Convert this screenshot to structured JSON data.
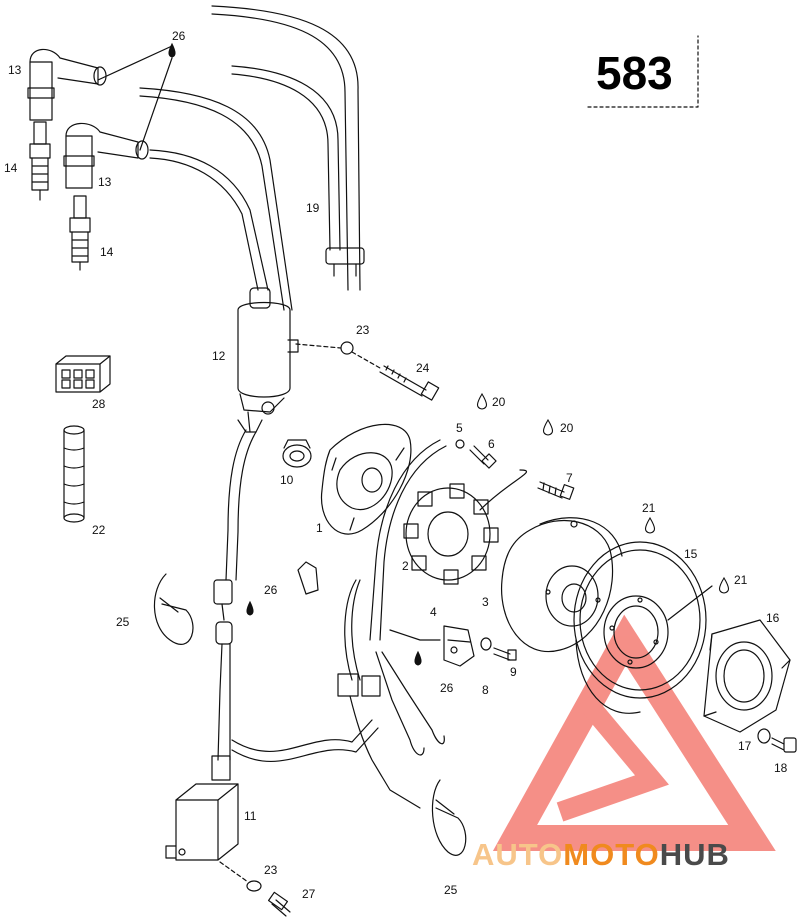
{
  "page_number": "583",
  "callouts": {
    "c1": "1",
    "c2": "2",
    "c3": "3",
    "c4": "4",
    "c5": "5",
    "c6": "6",
    "c7": "7",
    "c8": "8",
    "c9": "9",
    "c10": "10",
    "c11": "11",
    "c12": "12",
    "c13a": "13",
    "c13b": "13",
    "c14a": "14",
    "c14b": "14",
    "c15": "15",
    "c16": "16",
    "c17": "17",
    "c18": "18",
    "c19": "19",
    "c20a": "20",
    "c20b": "20",
    "c21a": "21",
    "c21b": "21",
    "c22": "22",
    "c23a": "23",
    "c23b": "23",
    "c24": "24",
    "c25a": "25",
    "c25b": "25",
    "c26a": "26",
    "c26b": "26",
    "c26c": "26",
    "c27": "27",
    "c28": "28"
  },
  "watermark": {
    "part1": "AUTO",
    "part2": "MOTO",
    "part3": "HUB",
    "color_light": "#f7c58a",
    "color_main": "#f08a1e",
    "color_dark": "#4a4a4a",
    "triangle_color": "#f26a60"
  },
  "icons": [
    "oil-drop-icon",
    "watermark-triangle-logo"
  ]
}
